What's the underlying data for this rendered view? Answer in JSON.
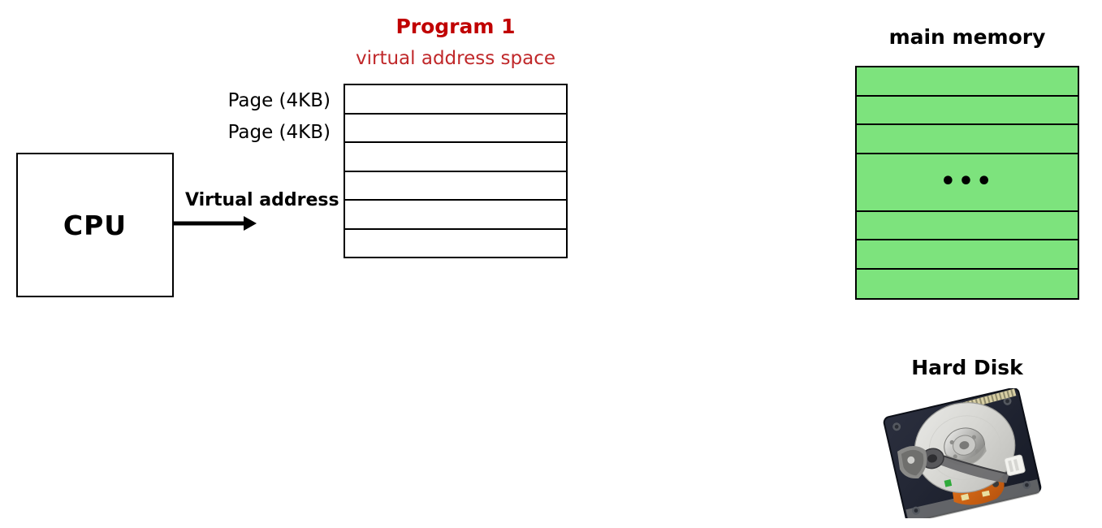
{
  "program": {
    "title": "Program 1",
    "subtitle": "virtual address space",
    "title_color": "#C00000",
    "subtitle_color": "#C0282A",
    "page_labels": [
      "Page (4KB)",
      "Page (4KB)"
    ],
    "row_count": 6,
    "rows": [
      "",
      "",
      "",
      "",
      "",
      ""
    ]
  },
  "cpu": {
    "label": "CPU"
  },
  "arrow": {
    "label": "Virtual address",
    "direction": "right"
  },
  "main_memory": {
    "title": "main memory",
    "fill_color": "#7DE37D",
    "ellipsis": "•••",
    "rows": [
      {
        "type": "normal",
        "text": ""
      },
      {
        "type": "normal",
        "text": ""
      },
      {
        "type": "normal",
        "text": ""
      },
      {
        "type": "tall",
        "text": "•••"
      },
      {
        "type": "normal",
        "text": ""
      },
      {
        "type": "normal",
        "text": ""
      },
      {
        "type": "normal",
        "text": ""
      }
    ]
  },
  "hard_disk": {
    "title": "Hard Disk",
    "image_alt": "hard-disk-photo"
  }
}
